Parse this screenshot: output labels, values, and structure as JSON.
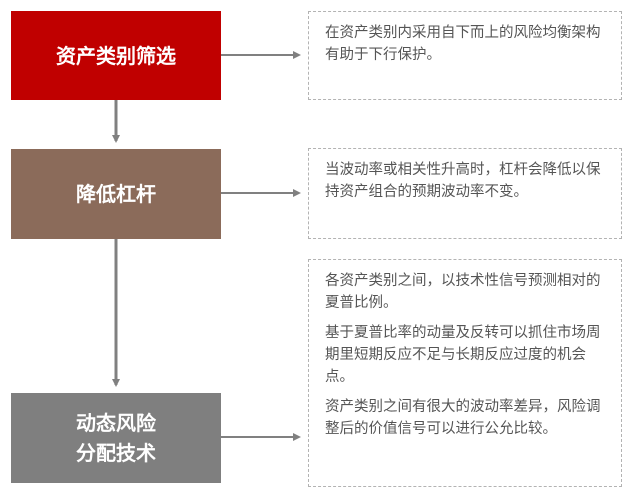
{
  "colors": {
    "step1": "#c00000",
    "step2": "#8b6b5a",
    "step3": "#7f7f7f",
    "arrow": "#808080",
    "note_border": "#b3b3b3",
    "note_text": "#555555"
  },
  "steps": [
    {
      "lines": [
        "资产类别筛选"
      ],
      "note": [
        "在资产类别内采用自下而上的风险均衡架构有助于下行保护。"
      ]
    },
    {
      "lines": [
        "降低杠杆"
      ],
      "note": [
        "当波动率或相关性升高时，杠杆会降低以保持资产组合的预期波动率不变。"
      ]
    },
    {
      "lines": [
        "动态风险",
        "分配技术"
      ],
      "note": [
        "各资产类别之间，以技术性信号预测相对的夏普比例。",
        "基于夏普比率的动量及反转可以抓住市场周期里短期反应不足与长期反应过度的机会点。",
        "资产类别之间有很大的波动率差异，风险调整后的价值信号可以进行公允比较。"
      ]
    }
  ]
}
